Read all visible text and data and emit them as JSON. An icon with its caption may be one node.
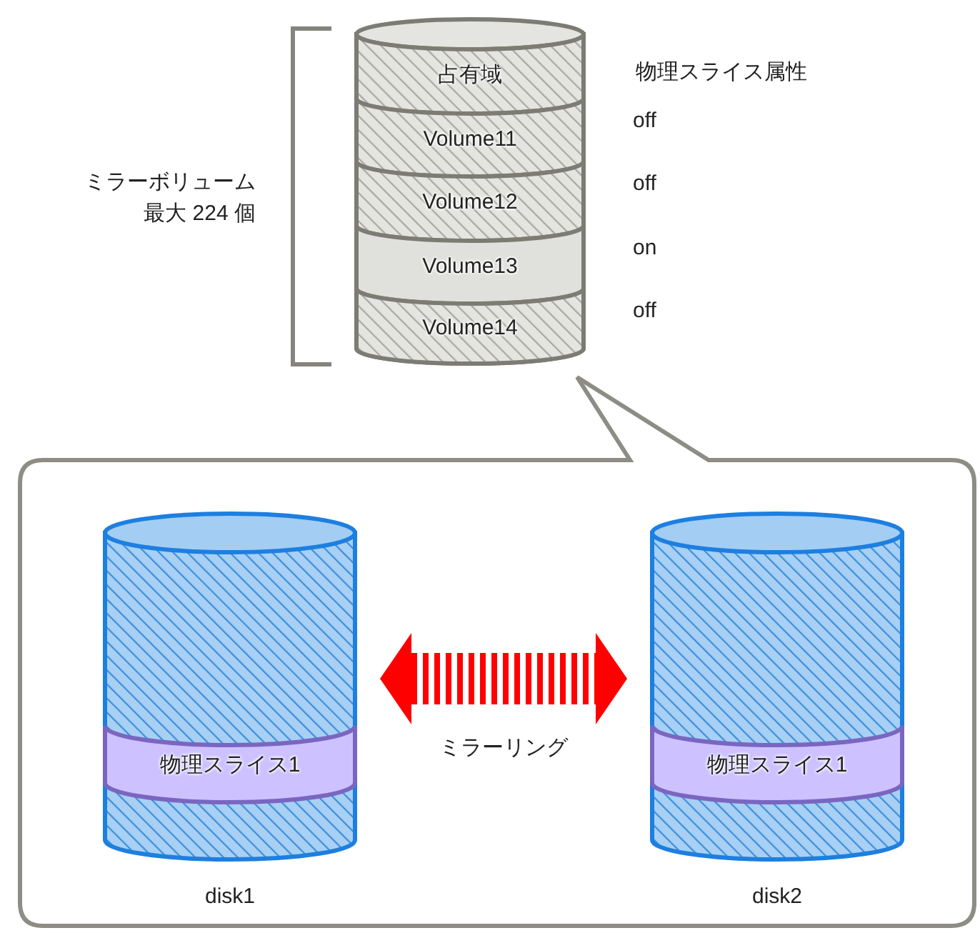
{
  "diagram": {
    "nodes": [
      {
        "text": [],
        "shape": "cylinder"
      },
      {
        "text": [
          "占有域"
        ],
        "in": 0
      },
      {
        "text": [
          "Volume11"
        ],
        "in": 0,
        "beside": [
          "off"
        ]
      },
      {
        "text": [
          "Volume12"
        ],
        "in": 0,
        "beside": [
          "off"
        ]
      },
      {
        "text": [
          "Volume13"
        ],
        "in": 0,
        "beside": [
          "on"
        ]
      },
      {
        "text": [
          "Volume14"
        ],
        "in": 0,
        "beside": [
          "off"
        ]
      },
      {
        "text": [],
        "shape": "box"
      },
      {
        "text": [],
        "shape": "cylinder",
        "in": 6,
        "beside": [
          "disk1"
        ]
      },
      {
        "text": [
          "物理スライス1"
        ],
        "in": 7
      },
      {
        "text": [],
        "shape": "cylinder",
        "in": 6,
        "beside": [
          "disk2"
        ]
      },
      {
        "text": [
          "物理スライス1"
        ],
        "in": 9
      }
    ],
    "edges": [
      {
        "from": 7,
        "to": 9,
        "arrow": "both",
        "label": "ミラーリング",
        "style": "dashed",
        "color": "#ff0000"
      }
    ],
    "labels": [
      "物理スライス属性",
      "ミラーボリューム最大 224 個"
    ]
  }
}
